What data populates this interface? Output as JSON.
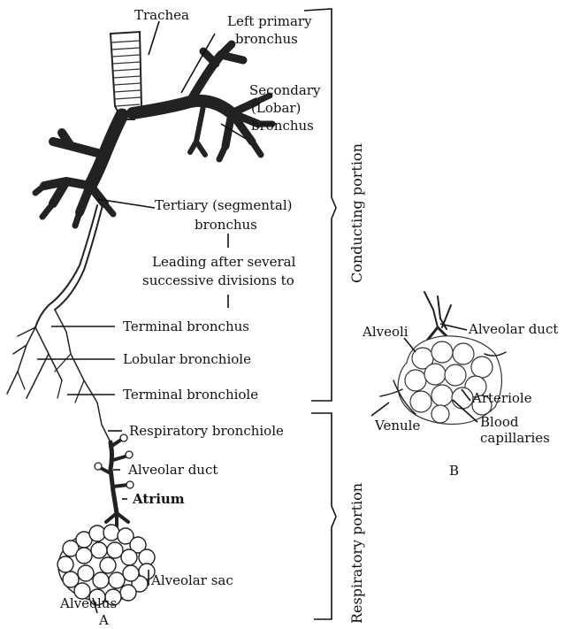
{
  "panel_a": {
    "letter": "A",
    "labels": {
      "trachea": "Trachea",
      "left_primary_bronchus_1": "Left primary",
      "left_primary_bronchus_2": "bronchus",
      "secondary_1": "Secondary",
      "secondary_2": "(Lobar)",
      "secondary_3": "bronchus",
      "tertiary_1": "Tertiary (segmental)",
      "tertiary_2": "bronchus",
      "leading_1": "Leading after several",
      "leading_2": "successive divisions to",
      "terminal_bronchus": "Terminal bronchus",
      "lobular_bronchiole": "Lobular bronchiole",
      "terminal_bronchiole": "Terminal bronchiole",
      "respiratory_bronchiole": "Respiratory bronchiole",
      "alveolar_duct": "Alveolar duct",
      "atrium": "Atrium",
      "alveolar_sac": "Alveolar sac",
      "alveolus": "Alveolus"
    },
    "brackets": {
      "conducting": "Conducting portion",
      "respiratory": "Respiratory portion"
    }
  },
  "panel_b": {
    "letter": "B",
    "labels": {
      "alveoli": "Alveoli",
      "alveolar_duct": "Alveolar duct",
      "arteriole": "Arteriole",
      "blood_capillaries_1": "Blood",
      "blood_capillaries_2": "capillaries",
      "venule": "Venule"
    }
  },
  "colors": {
    "ink": "#111111",
    "background": "#ffffff"
  }
}
